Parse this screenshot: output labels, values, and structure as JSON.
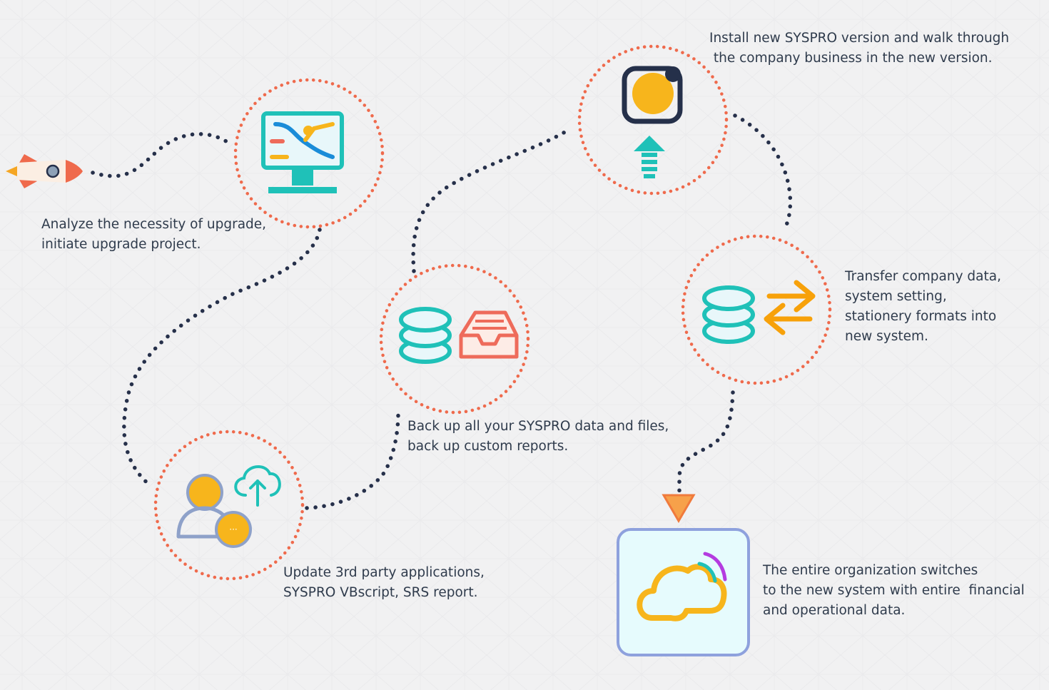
{
  "steps": [
    {
      "id": "analyze",
      "icon": "monitor-flow-icon",
      "text": [
        "Analyze the necessity of upgrade,",
        "initiate upgrade project."
      ]
    },
    {
      "id": "backup",
      "icon": "database-inbox-icon",
      "text": [
        "Back up all your SYSPRO data and files,",
        "back up custom reports."
      ]
    },
    {
      "id": "update",
      "icon": "users-cloud-upload-icon",
      "text": [
        "Update 3rd party applications,",
        "SYSPRO VBscript, SRS report."
      ]
    },
    {
      "id": "install",
      "icon": "install-upgrade-icon",
      "text": [
        "Install new SYSPRO version and walk through",
        " the company business in the new version."
      ]
    },
    {
      "id": "transfer",
      "icon": "database-transfer-icon",
      "text": [
        "Transfer company data,",
        "system setting,",
        "stationery formats into",
        "new system."
      ]
    },
    {
      "id": "switch",
      "icon": "cloud-signal-icon",
      "text": [
        "The entire organization switches",
        "to the new system with entire  financial",
        "and operational data."
      ]
    }
  ],
  "start_icon": "rocket-icon",
  "colors": {
    "ring": "#ef6a4c",
    "path": "#26304a",
    "teal": "#1fc1b8",
    "orange": "#f7b51c",
    "blue": "#1a8cd8",
    "red": "#ee6b5b",
    "purple": "#b43be0",
    "navy": "#25304a"
  }
}
